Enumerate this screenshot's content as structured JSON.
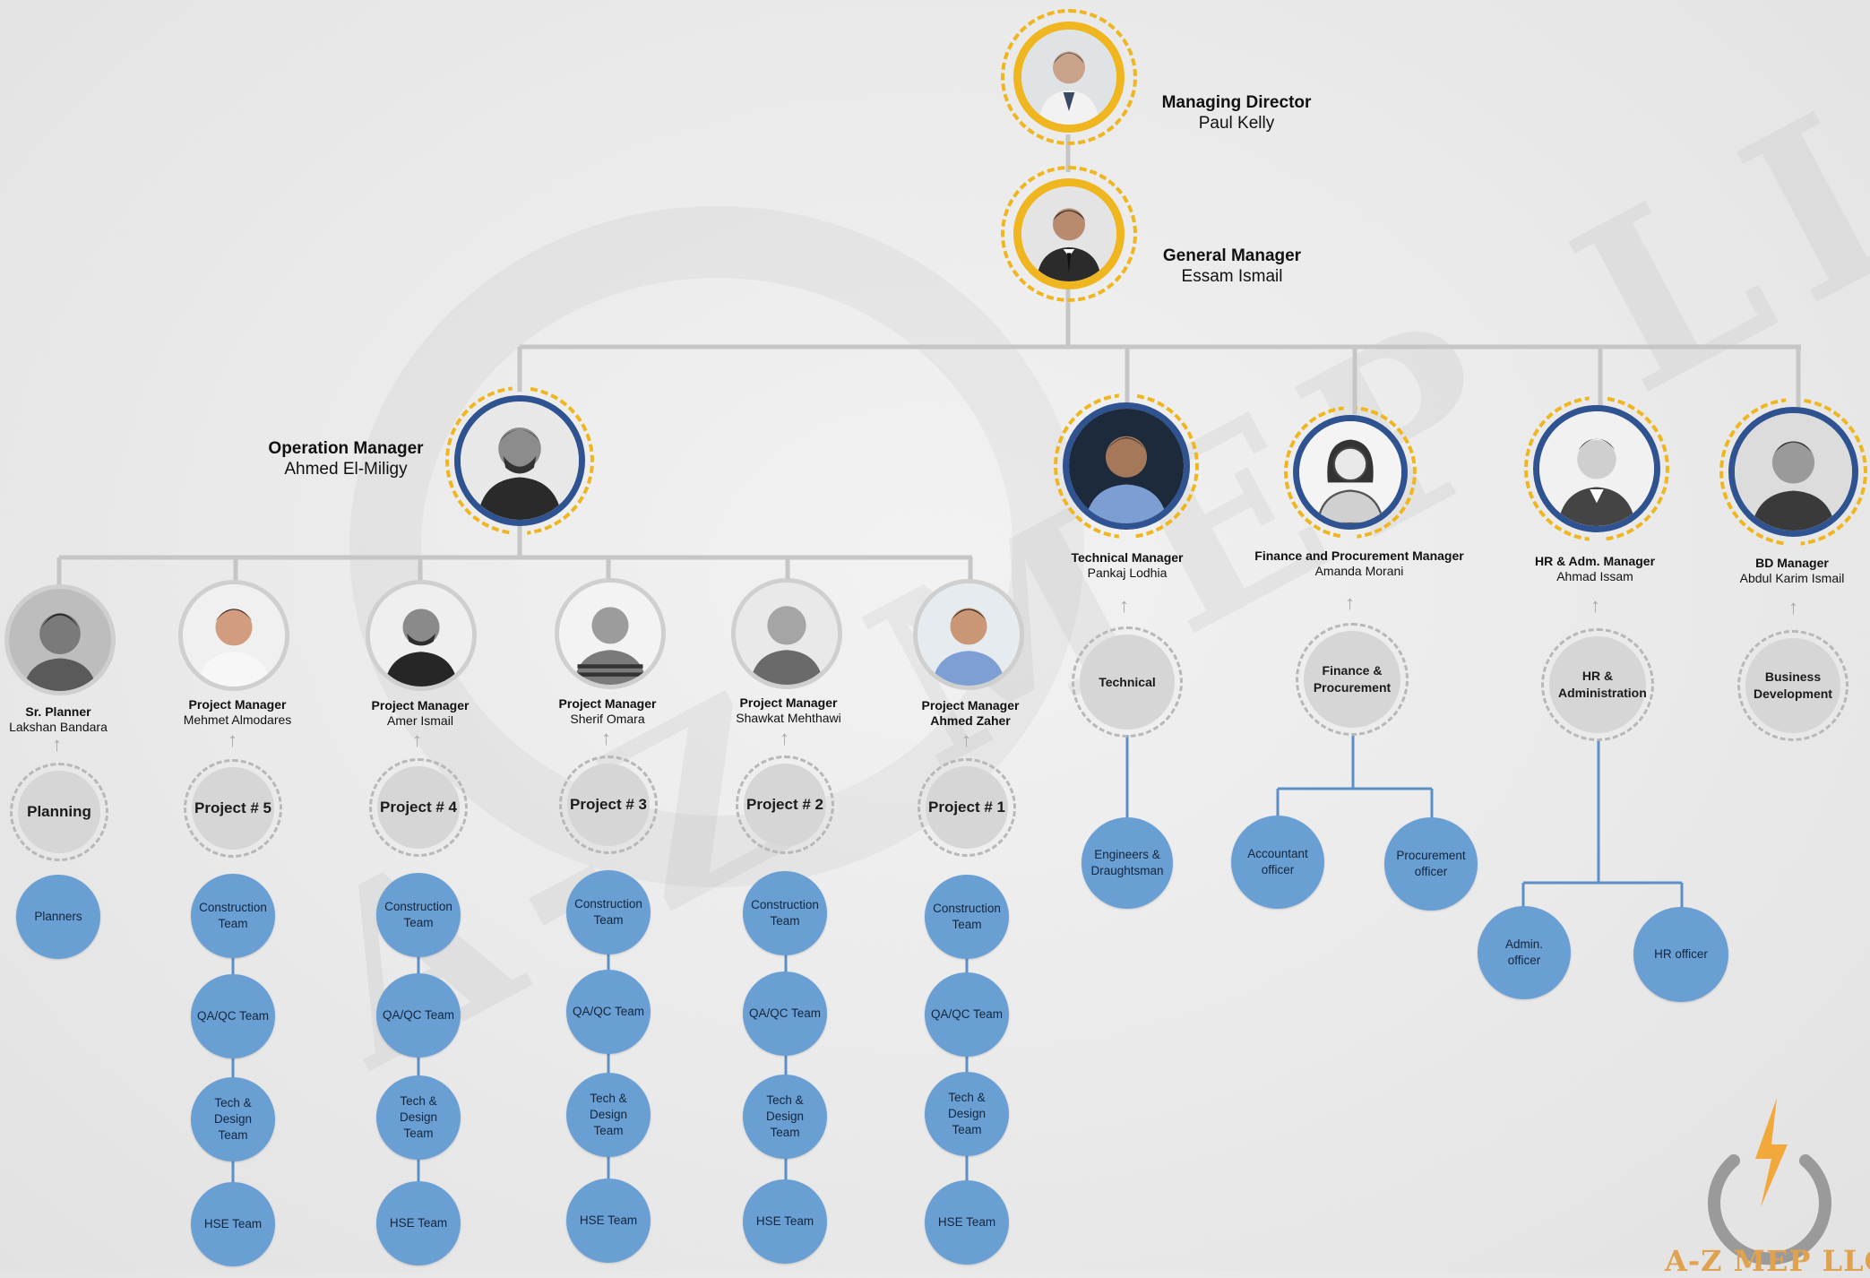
{
  "chart": {
    "managing_director": {
      "title": "Managing Director",
      "name": "Paul Kelly"
    },
    "general_manager": {
      "title": "General Manager",
      "name": "Essam Ismail"
    },
    "operation_manager": {
      "title": "Operation Manager",
      "name": "Ahmed El-Miligy"
    },
    "technical_manager": {
      "title": "Technical Manager",
      "name": "Pankaj Lodhia",
      "department": "Technical",
      "teams": [
        "Engineers & Draughtsman"
      ]
    },
    "finance_manager": {
      "title": "Finance and Procurement Manager",
      "name": "Amanda Morani",
      "department": "Finance & Procurement",
      "teams": [
        "Accountant officer",
        "Procurement officer"
      ]
    },
    "hr_manager": {
      "title": "HR  & Adm. Manager",
      "name": "Ahmad Issam",
      "department": "HR & Administration",
      "teams": [
        "Admin. officer",
        "HR officer"
      ]
    },
    "bd_manager": {
      "title": "BD Manager",
      "name": "Abdul Karim Ismail",
      "department": "Business Development"
    },
    "planner": {
      "title": "Sr. Planner",
      "name": "Lakshan Bandara",
      "department": "Planning",
      "teams": [
        "Planners"
      ]
    },
    "project_managers": [
      {
        "title": "Project Manager",
        "name": "Mehmet Almodares",
        "project": "Project # 5"
      },
      {
        "title": "Project Manager",
        "name": "Amer Ismail",
        "project": "Project # 4"
      },
      {
        "title": "Project Manager",
        "name": "Sherif Omara",
        "project": "Project # 3"
      },
      {
        "title": "Project Manager",
        "name": "Shawkat Mehthawi",
        "project": "Project # 2"
      },
      {
        "title": "Project Manager",
        "name": "Ahmed Zaher",
        "project": "Project # 1"
      }
    ],
    "project_teams": [
      "Construction Team",
      "QA/QC Team",
      "Tech & Design Team",
      "HSE Team"
    ]
  },
  "logo": {
    "text": "A-Z MEP LLC"
  },
  "colors": {
    "gold": "#f0b620",
    "navy": "#2f5391",
    "team_blue": "#6a9fd4",
    "connector_grey": "#c6c6c6"
  }
}
